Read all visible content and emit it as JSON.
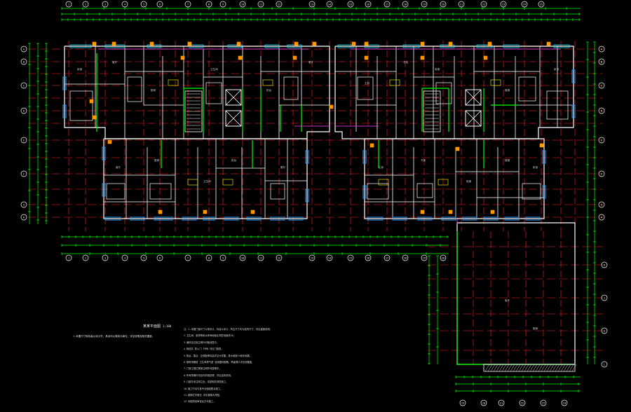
{
  "drawing": {
    "title": "某某平面图",
    "scale": "1:100",
    "left_note": "1.本图尺寸除标高以米计外，其余均以毫米为单位，详见说明及相关图纸。",
    "notes": [
      "注：1.本图门窗尺寸以毫米计，标高以米计，所注尺寸均为结构尺寸，详见建施说明。",
      "2.卫生间、厨房等用水房间地面比同层地面低20。",
      "3.墙体定位除注明外均轴线居中。",
      "4.管道井 防火门 FM丙 详见门窗表。",
      "5.阳台、露台、空调板等标高详见大样图，排水坡度1%坡向地漏。",
      "6.厨房排烟道 卫生间排气道 选用国标图集，预留洞口详见设备图。",
      "7.门窗立樘位置除注明外均居墙中。",
      "8.所有预埋件均应作防锈处理，详见结构说明。",
      "9.凡图中未注明之处，请按相关规范施工。",
      "10.施工时请与各专业图纸配合施工。",
      "11.楼梯栏杆做法 详见楼梯大样图。",
      "12.本图须经审查后方可施工。"
    ],
    "room_labels": [
      "卧室",
      "客厅",
      "厨房",
      "卫生间",
      "阳台",
      "餐厅",
      "主卧",
      "书房",
      "电梯",
      "楼梯"
    ],
    "axis_labels": [
      "1",
      "2",
      "3",
      "4",
      "5",
      "6",
      "7",
      "8",
      "9",
      "10",
      "11",
      "12",
      "13",
      "14",
      "15",
      "16",
      "17",
      "18",
      "19",
      "20",
      "21",
      "22",
      "23",
      "24",
      "25"
    ],
    "row_labels": [
      "A",
      "B",
      "C",
      "D",
      "E",
      "F",
      "G",
      "H",
      "J",
      "K",
      "L"
    ],
    "colors": {
      "background": "#000000",
      "dimension": "#00ff00",
      "wall": "#ffffff",
      "axis": "#ff2020",
      "window": "#2aa0ff",
      "cyan": "#00e5ff",
      "magenta": "#ff44ff",
      "column": "#ff9900",
      "yellow": "#ffff00"
    }
  }
}
